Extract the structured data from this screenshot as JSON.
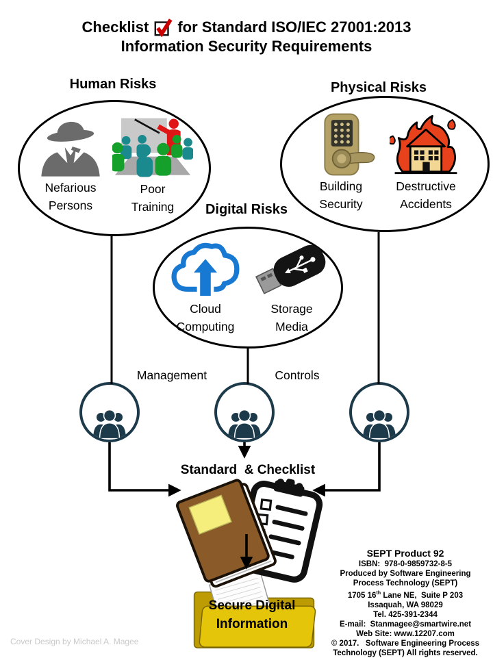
{
  "title": {
    "line1_before": "Checklist",
    "checkbox_icon": "checked-checkbox-icon",
    "line1_after": "for Standard ISO/IEC 27001:2013",
    "line2": "Information Security Requirements"
  },
  "risk_groups": {
    "human": {
      "heading": "Human Risks",
      "items": [
        {
          "icon": "spy-icon",
          "label": "Nefarious Persons"
        },
        {
          "icon": "classroom-training-icon",
          "label": "Poor Training"
        }
      ]
    },
    "physical": {
      "heading": "Physical Risks",
      "items": [
        {
          "icon": "keypad-door-lock-icon",
          "label": "Building Security"
        },
        {
          "icon": "burning-house-icon",
          "label": "Destructive Accidents"
        }
      ]
    },
    "digital": {
      "heading": "Digital Risks",
      "items": [
        {
          "icon": "cloud-upload-icon",
          "label": "Cloud Computing"
        },
        {
          "icon": "usb-flash-drive-icon",
          "label": "Storage Media"
        }
      ]
    }
  },
  "process": {
    "management_label": "Management",
    "controls_label": "Controls",
    "team_icon": "people-group-icon"
  },
  "standard": {
    "label": "Standard  & Checklist",
    "book_icon": "standard-book-icon",
    "checklist_icon": "clipboard-checklist-icon"
  },
  "outcome": {
    "label": "Secure Digital Information",
    "folder_icon": "folder-documents-icon"
  },
  "product_info": {
    "product": "SEPT Product 92",
    "isbn": "ISBN:  978-0-9859732-8-5",
    "produced1": "Produced by Software Engineering",
    "produced2": "Process Technology (SEPT)",
    "address_num": "1705 16",
    "address_sup": "th",
    "address_rest": " Lane NE,  Suite P 203",
    "city": "Issaquah, WA 98029",
    "tel": "Tel. 425-391-2344",
    "email": "E-mail:  Stanmagee@smartwire.net",
    "web": "Web Site: www.12207.com",
    "copyright1": "© 2017.   Software Engineering Process",
    "copyright2": "Technology (SEPT) All rights reserved."
  },
  "footer": {
    "credit": "Cover Design by Michael A. Magee"
  },
  "colors": {
    "check_red": "#cc0000",
    "node_navy": "#1d3a4b",
    "cloud_blue": "#1879d2",
    "folder_yellow": "#e5c50a",
    "spy_gray": "#6b6b6b",
    "lock_tan": "#b3a166",
    "flame_red": "#e8421d",
    "book_brown": "#8a5a28",
    "credit_gray": "#c9c9c9"
  }
}
